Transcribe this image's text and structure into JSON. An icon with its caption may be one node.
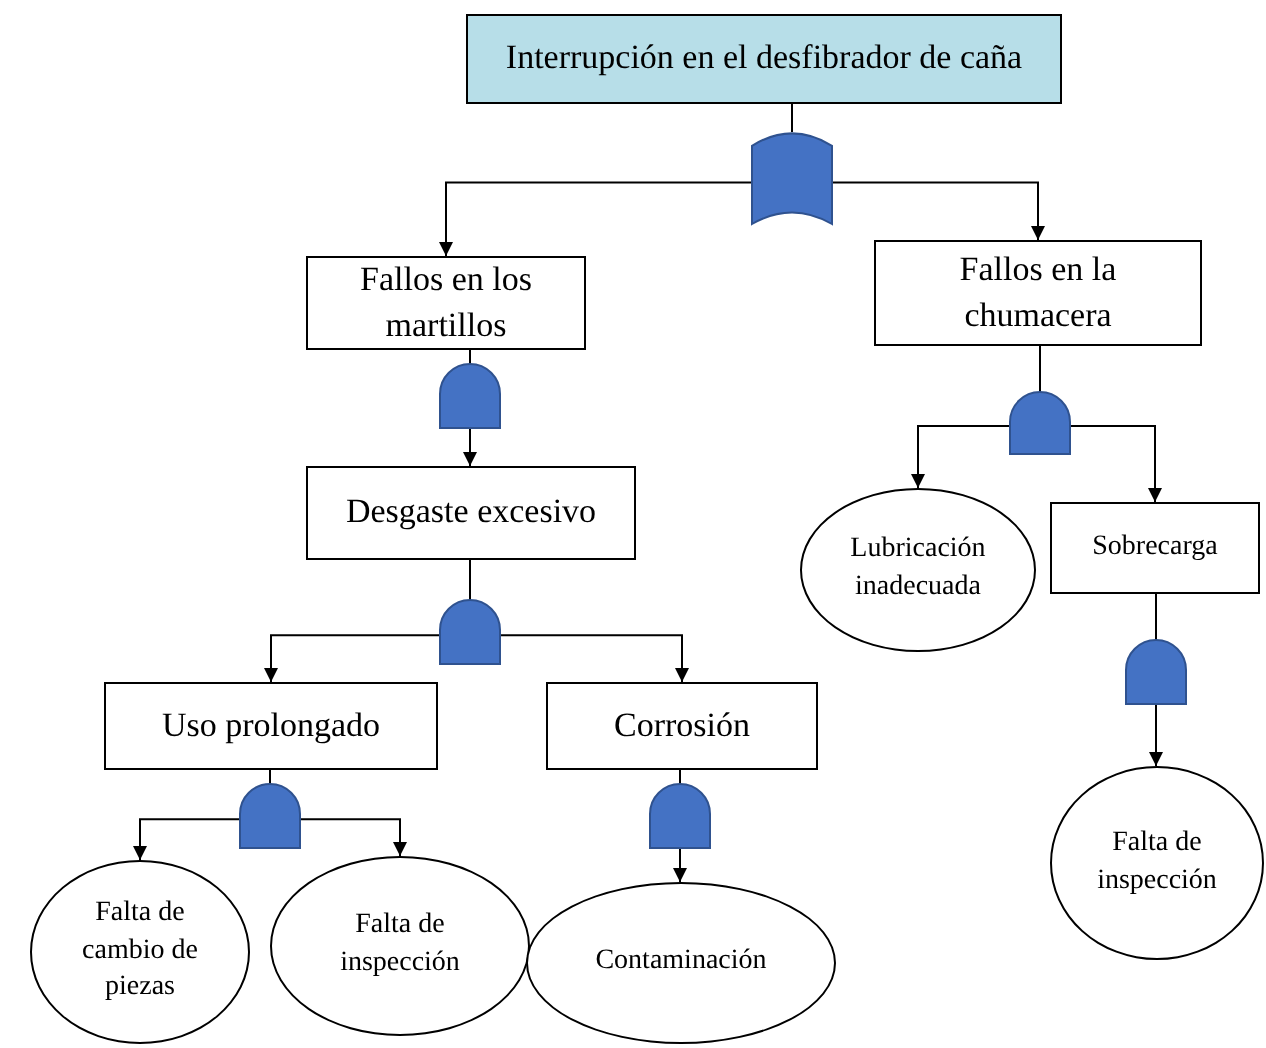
{
  "diagram": {
    "nodes": [
      {
        "text": [
          "Interrupción en el desfibrador de caña"
        ]
      },
      {
        "text": [],
        "shape": "or-gate"
      },
      {
        "text": [
          "Fallos en los martillos"
        ]
      },
      {
        "text": [
          "Fallos en la chumacera"
        ]
      },
      {
        "text": [],
        "shape": "and-gate"
      },
      {
        "text": [
          "Desgaste excesivo"
        ]
      },
      {
        "text": [],
        "shape": "and-gate"
      },
      {
        "text": [
          "Uso prolongado"
        ]
      },
      {
        "text": [
          "Corrosión"
        ]
      },
      {
        "text": [],
        "shape": "and-gate"
      },
      {
        "text": [],
        "shape": "and-gate"
      },
      {
        "text": [
          "Falta de cambio de piezas"
        ]
      },
      {
        "text": [
          "Falta de inspección"
        ]
      },
      {
        "text": [
          "Contaminación"
        ]
      },
      {
        "text": [],
        "shape": "and-gate"
      },
      {
        "text": [
          "Lubricación inadecuada"
        ]
      },
      {
        "text": [
          "Sobrecarga"
        ]
      },
      {
        "text": [],
        "shape": "and-gate"
      },
      {
        "text": [
          "Falta de inspección"
        ]
      }
    ],
    "edges": [
      {
        "from": 0,
        "to": 1,
        "arrow": "none"
      },
      {
        "from": 1,
        "to": 2,
        "arrow": "to"
      },
      {
        "from": 1,
        "to": 3,
        "arrow": "to"
      },
      {
        "from": 2,
        "to": 4,
        "arrow": "none"
      },
      {
        "from": 4,
        "to": 5,
        "arrow": "to"
      },
      {
        "from": 5,
        "to": 6,
        "arrow": "none"
      },
      {
        "from": 6,
        "to": 7,
        "arrow": "to"
      },
      {
        "from": 6,
        "to": 8,
        "arrow": "to"
      },
      {
        "from": 7,
        "to": 9,
        "arrow": "none"
      },
      {
        "from": 9,
        "to": 11,
        "arrow": "to"
      },
      {
        "from": 9,
        "to": 12,
        "arrow": "to"
      },
      {
        "from": 8,
        "to": 10,
        "arrow": "none"
      },
      {
        "from": 10,
        "to": 13,
        "arrow": "to"
      },
      {
        "from": 3,
        "to": 14,
        "arrow": "none"
      },
      {
        "from": 14,
        "to": 15,
        "arrow": "to"
      },
      {
        "from": 14,
        "to": 16,
        "arrow": "to"
      },
      {
        "from": 16,
        "to": 17,
        "arrow": "none"
      },
      {
        "from": 17,
        "to": 18,
        "arrow": "to"
      }
    ]
  }
}
